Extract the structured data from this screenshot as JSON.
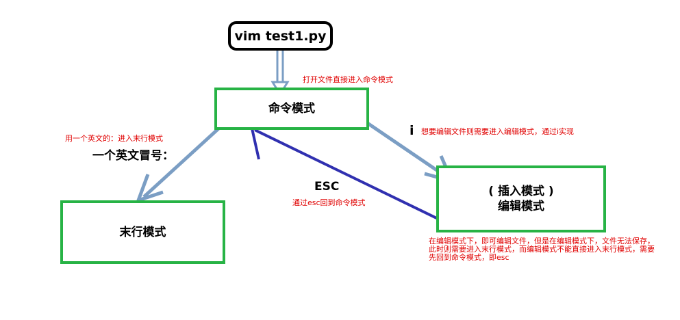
{
  "command": "vim test1.py",
  "boxes": {
    "command_mode": "命令模式",
    "last_line_mode": "末行模式",
    "insert_mode_line1": "( 插入模式 )",
    "insert_mode_line2": "编辑模式"
  },
  "labels": {
    "open_file": "打开文件直接进入命令模式",
    "colon_hint": "用一个英文的：进入末行模式",
    "colon_key": "一个英文冒号：",
    "i_key": "i",
    "i_hint": "想要编辑文件则需要进入编辑模式，通过i实现",
    "esc_key": "ESC",
    "esc_hint": "通过esc回到命令模式",
    "bottom_note": "在编辑模式下，即可编辑文件，但是在编辑模式下，文件无法保存，此时则需要进入末行模式，而编辑模式不能直接进入末行模式，需要先回到命令模式，即esc"
  },
  "colors": {
    "box_border": "#27b345",
    "arrow_light": "#7b9ec4",
    "arrow_dark": "#3030b0",
    "note_red": "#e00000"
  }
}
